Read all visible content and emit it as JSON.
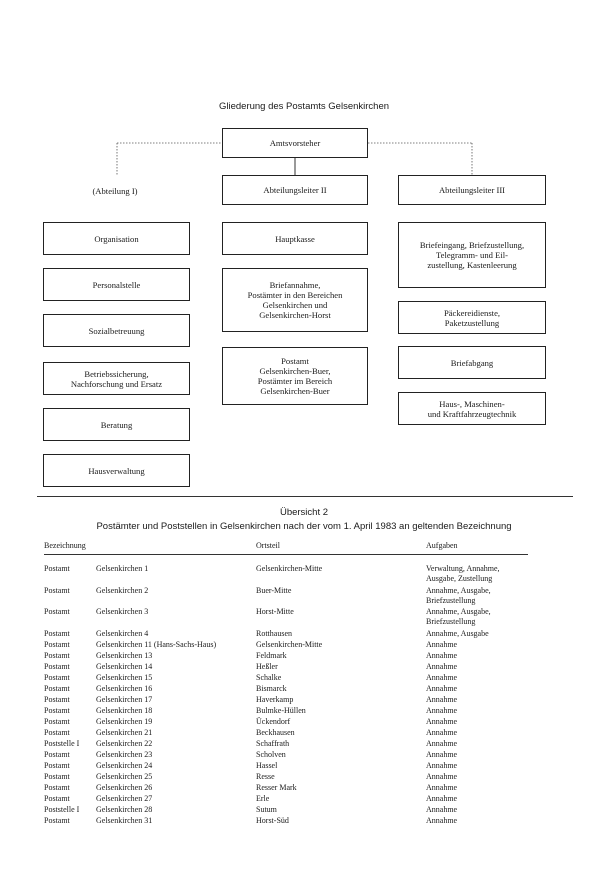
{
  "org_chart": {
    "title": "Gliederung des Postamts Gelsenkirchen",
    "head": "Amtsvorsteher",
    "columns": [
      {
        "header": "(Abteilung I)",
        "units": [
          "Organisation",
          "Personalstelle",
          "Sozialbetreuung",
          "Betriebssicherung,\nNachforschung und Ersatz",
          "Beratung",
          "Hausverwaltung"
        ]
      },
      {
        "header": "Abteilungsleiter II",
        "units": [
          "Hauptkasse",
          "Briefannahme,\nPostämter in den Bereichen\nGelsenkirchen und\nGelsenkirchen-Horst",
          "Postamt\nGelsenkirchen-Buer,\nPostämter im Bereich\nGelsenkirchen-Buer"
        ]
      },
      {
        "header": "Abteilungsleiter III",
        "units": [
          "Briefeingang, Briefzustellung,\nTelegramm- und Eil-\nzustellung, Kastenleerung",
          "Päckereidienste,\nPaketzustellung",
          "Briefabgang",
          "Haus-, Maschinen-\nund Kraftfahrzeugtechnik"
        ]
      }
    ]
  },
  "overview": {
    "heading": "Übersicht 2",
    "subheading": "Postämter und Poststellen in Gelsenkirchen nach der vom 1. April 1983 an geltenden Bezeichnung",
    "columns": [
      "Bezeichnung",
      "Ortsteil",
      "Aufgaben"
    ],
    "rows": [
      {
        "type": "Postamt",
        "name": "Gelsenkirchen 1",
        "district": "Gelsenkirchen-Mitte",
        "tasks": "Verwaltung, Annahme,\nAusgabe, Zustellung"
      },
      {
        "type": "Postamt",
        "name": "Gelsenkirchen 2",
        "district": "Buer-Mitte",
        "tasks": "Annahme, Ausgabe,\nBriefzustellung"
      },
      {
        "type": "Postamt",
        "name": "Gelsenkirchen 3",
        "district": "Horst-Mitte",
        "tasks": "Annahme, Ausgabe,\nBriefzustellung"
      },
      {
        "type": "Postamt",
        "name": "Gelsenkirchen 4",
        "district": "Rotthausen",
        "tasks": "Annahme, Ausgabe"
      },
      {
        "type": "Postamt",
        "name": "Gelsenkirchen 11 (Hans-Sachs-Haus)",
        "district": "Gelsenkirchen-Mitte",
        "tasks": "Annahme"
      },
      {
        "type": "Postamt",
        "name": "Gelsenkirchen 13",
        "district": "Feldmark",
        "tasks": "Annahme"
      },
      {
        "type": "Postamt",
        "name": "Gelsenkirchen 14",
        "district": "Heßler",
        "tasks": "Annahme"
      },
      {
        "type": "Postamt",
        "name": "Gelsenkirchen 15",
        "district": "Schalke",
        "tasks": "Annahme"
      },
      {
        "type": "Postamt",
        "name": "Gelsenkirchen 16",
        "district": "Bismarck",
        "tasks": "Annahme"
      },
      {
        "type": "Postamt",
        "name": "Gelsenkirchen 17",
        "district": "Haverkamp",
        "tasks": "Annahme"
      },
      {
        "type": "Postamt",
        "name": "Gelsenkirchen 18",
        "district": "Bulmke-Hüllen",
        "tasks": "Annahme"
      },
      {
        "type": "Postamt",
        "name": "Gelsenkirchen 19",
        "district": "Ückendorf",
        "tasks": "Annahme"
      },
      {
        "type": "Postamt",
        "name": "Gelsenkirchen 21",
        "district": "Beckhausen",
        "tasks": "Annahme"
      },
      {
        "type": "Poststelle I",
        "name": "Gelsenkirchen 22",
        "district": "Schaffrath",
        "tasks": "Annahme"
      },
      {
        "type": "Postamt",
        "name": "Gelsenkirchen 23",
        "district": "Scholven",
        "tasks": "Annahme"
      },
      {
        "type": "Postamt",
        "name": "Gelsenkirchen 24",
        "district": "Hassel",
        "tasks": "Annahme"
      },
      {
        "type": "Postamt",
        "name": "Gelsenkirchen 25",
        "district": "Resse",
        "tasks": "Annahme"
      },
      {
        "type": "Postamt",
        "name": "Gelsenkirchen 26",
        "district": "Resser Mark",
        "tasks": "Annahme"
      },
      {
        "type": "Postamt",
        "name": "Gelsenkirchen 27",
        "district": "Erle",
        "tasks": "Annahme"
      },
      {
        "type": "Poststelle I",
        "name": "Gelsenkirchen 28",
        "district": "Sutum",
        "tasks": "Annahme"
      },
      {
        "type": "Postamt",
        "name": "Gelsenkirchen 31",
        "district": "Horst-Süd",
        "tasks": "Annahme"
      }
    ]
  }
}
